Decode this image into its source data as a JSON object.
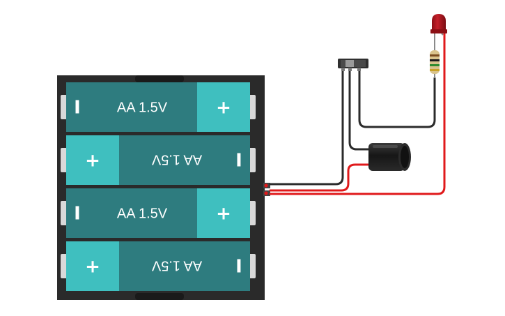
{
  "batteries": [
    {
      "label": "AA 1.5V",
      "positive_symbol": "+",
      "negative_symbol": "I",
      "flipped": false
    },
    {
      "label": "AA 1.5V",
      "positive_symbol": "+",
      "negative_symbol": "I",
      "flipped": true
    },
    {
      "label": "AA 1.5V",
      "positive_symbol": "+",
      "negative_symbol": "I",
      "flipped": false
    },
    {
      "label": "AA 1.5V",
      "positive_symbol": "+",
      "negative_symbol": "I",
      "flipped": true
    }
  ],
  "colors": {
    "background": "#ffffff",
    "holder": "#2a2a2a",
    "battery_body": "#2e7c7f",
    "battery_positive": "#3fbfbf",
    "battery_cap": "#d9d9d9",
    "wire_black": "#2b2b2b",
    "wire_red": "#e0191b",
    "led": "#b3131b",
    "capacitor": "#1e1e1e",
    "resistor": "#d9c38c"
  },
  "components": [
    {
      "name": "battery-holder-4xAA",
      "icon": "battery-pack-icon"
    },
    {
      "name": "slide-switch",
      "icon": "switch-icon"
    },
    {
      "name": "electrolytic-capacitor",
      "icon": "capacitor-icon"
    },
    {
      "name": "resistor",
      "icon": "resistor-icon"
    },
    {
      "name": "red-led",
      "icon": "led-icon"
    }
  ]
}
